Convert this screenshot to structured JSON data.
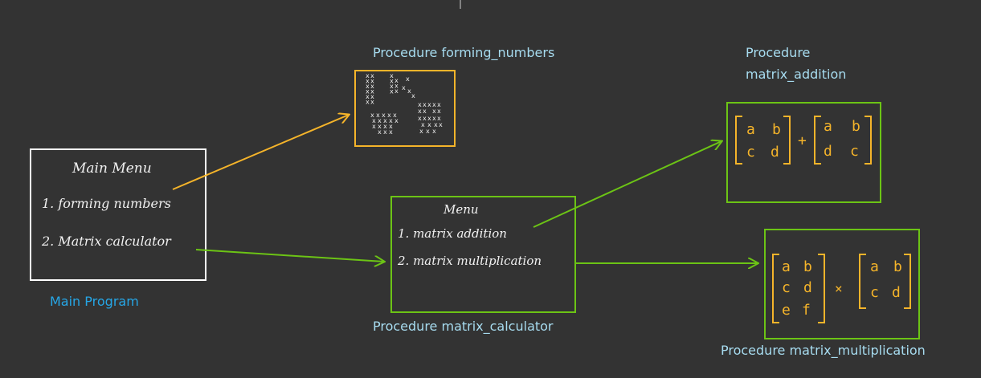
{
  "colors": {
    "background": "#333333",
    "white": "#ffffff",
    "orange": "#f5b42a",
    "green": "#6cc415",
    "caption_cyan": "#a7dcf0",
    "main_caption_blue": "#26a6e6"
  },
  "main_program": {
    "caption": "Main Program",
    "title": "Main Menu",
    "items": [
      "1. forming numbers",
      "2. Matrix calculator"
    ]
  },
  "forming_numbers": {
    "caption": "Procedure forming_numbers",
    "glyph_char": "x"
  },
  "matrix_calculator": {
    "caption": "Procedure matrix_calculator",
    "title": "Menu",
    "items": [
      "1. matrix addition",
      "2. matrix multiplication"
    ]
  },
  "matrix_addition": {
    "caption_line1": "Procedure",
    "caption_line2": "matrix_addition",
    "matrix_a": [
      [
        "a",
        "b"
      ],
      [
        "c",
        "d"
      ]
    ],
    "operator": "+",
    "matrix_b": [
      [
        "a",
        "b"
      ],
      [
        "d",
        "c"
      ]
    ]
  },
  "matrix_multiplication": {
    "caption": "Procedure matrix_multiplication",
    "matrix_a": [
      [
        "a",
        "b"
      ],
      [
        "c",
        "d"
      ],
      [
        "e",
        "f"
      ]
    ],
    "operator": "×",
    "matrix_b": [
      [
        "a",
        "b"
      ],
      [
        "c",
        "d"
      ]
    ]
  }
}
